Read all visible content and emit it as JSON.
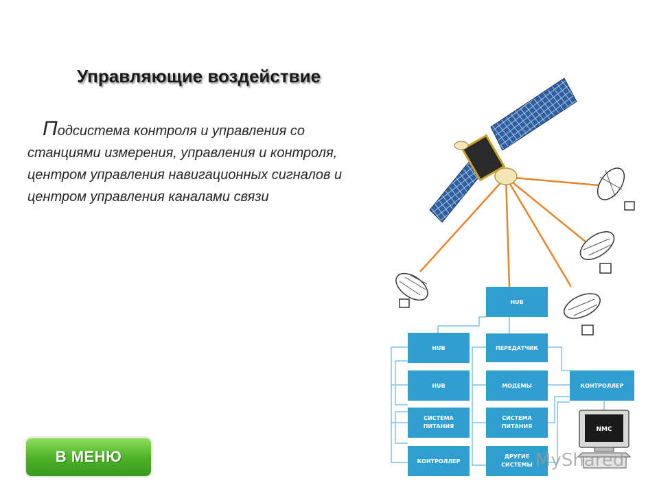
{
  "slide": {
    "title": "Управляющие воздействие",
    "body_lead": "П",
    "body_text": "одсистема контроля и управления со станциями измерения, управления и контроля, центром управления навигационных сигналов и центром управления каналами связи"
  },
  "diagram": {
    "boxes": {
      "hub_top": "HUB",
      "hub_left_1": "HUB",
      "hub_left_2": "HUB",
      "power_left_1": "СИСТЕМА",
      "power_left_2": "ПИТАНИЯ",
      "controller_left": "КОНТРОЛЛЕР",
      "transmitter": "ПЕРЕДАТЧИК",
      "modems": "МОДЕМЫ",
      "power_mid_1": "СИСТЕМА",
      "power_mid_2": "ПИТАНИЯ",
      "other_1": "ДРУГИЕ",
      "other_2": "СИСТЕМЫ",
      "controller_right": "КОНТРОЛЛЕР",
      "nmc": "NMC"
    },
    "colors": {
      "box_fill": "#2e9fcf",
      "link_line": "#e8842a",
      "connector": "#79c3e6"
    }
  },
  "menu_button": {
    "label": "В МЕНЮ"
  },
  "watermark": {
    "text": "MyShared"
  }
}
